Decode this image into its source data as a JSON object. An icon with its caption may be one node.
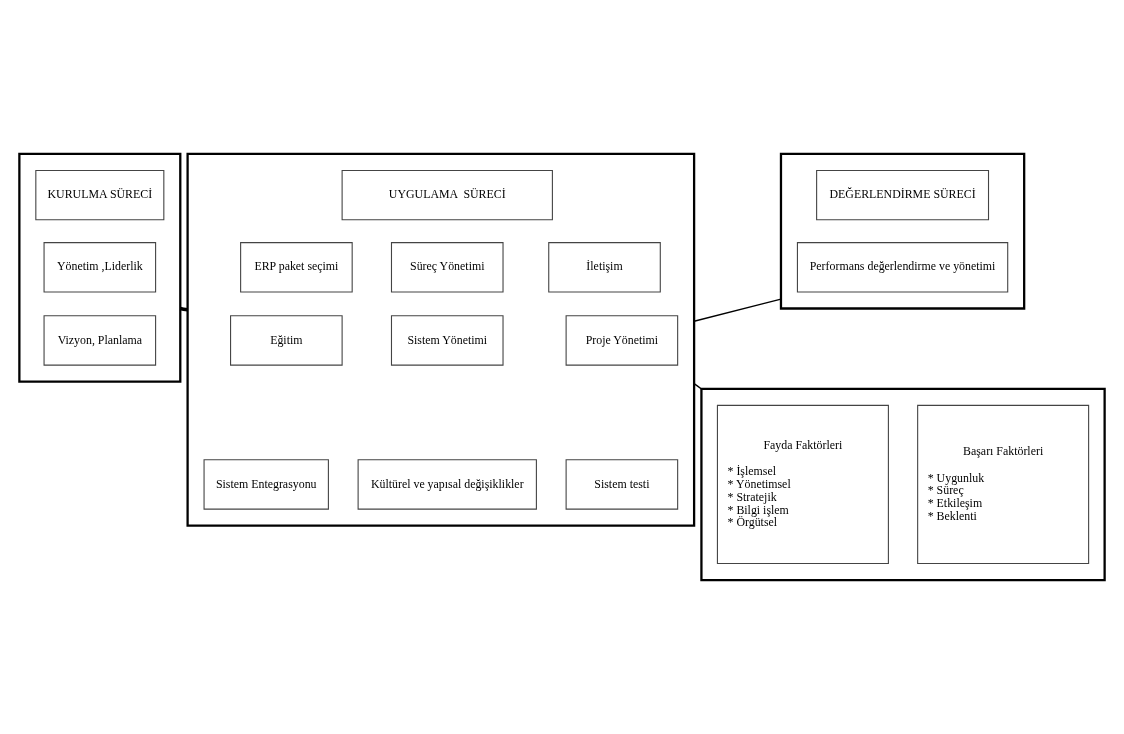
{
  "diagram": {
    "nodes": [
      {
        "text": [],
        "shape": "box"
      },
      {
        "text": [
          "KURULMA SÜRECİ"
        ],
        "in": 0
      },
      {
        "text": [
          "Yönetim ,Liderlik"
        ],
        "in": 0
      },
      {
        "text": [
          "Vizyon, Planlama"
        ],
        "in": 0
      },
      {
        "text": [],
        "shape": "box"
      },
      {
        "text": [
          "UYGULAMA  SÜRECİ"
        ],
        "in": 4
      },
      {
        "text": [
          "ERP paket seçimi"
        ],
        "in": 4
      },
      {
        "text": [
          "İletişim"
        ],
        "in": 4
      },
      {
        "text": [
          "Süreç Yönetimi"
        ],
        "in": 4
      },
      {
        "text": [
          "Eğitim"
        ],
        "in": 4
      },
      {
        "text": [
          "Proje Yönetimi"
        ],
        "in": 4
      },
      {
        "text": [
          "Sistem Yönetimi"
        ],
        "in": 4
      },
      {
        "text": [
          "Sistem Entegrasyonu"
        ],
        "in": 4
      },
      {
        "text": [
          "Sistem testi"
        ],
        "in": 4
      },
      {
        "text": [
          "Kültürel ve yapısal değişiklikler"
        ],
        "in": 4
      },
      {
        "text": [],
        "shape": "box"
      },
      {
        "text": [
          "DEĞERLENDİRME SÜRECİ"
        ],
        "in": 15
      },
      {
        "text": [
          "Performans değerlendirme ve yönetimi"
        ],
        "in": 15
      },
      {
        "text": [],
        "shape": "box"
      },
      {
        "text": [
          "Başarı Faktörleri",
          "* Uygunluk",
          "* Süreç",
          "* Etkileşim",
          "* Beklenti"
        ],
        "in": 18
      },
      {
        "text": [
          "Fayda Faktörleri",
          "* İşlemsel",
          "* Yönetimsel",
          "* Stratejik",
          "* Bilgi işlem",
          "* Örgütsel"
        ],
        "in": 18
      }
    ],
    "edges": [
      {
        "from": 0,
        "to": 4,
        "arrow": "none",
        "style": "thick"
      },
      {
        "from": 4,
        "to": 15,
        "arrow": "none"
      },
      {
        "from": 4,
        "to": 18,
        "arrow": "none"
      }
    ]
  }
}
